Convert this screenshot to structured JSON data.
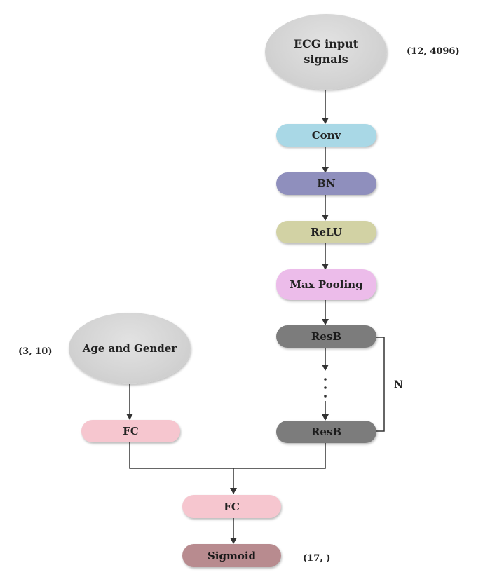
{
  "diagram": {
    "inputs": {
      "ecg": {
        "label_line1": "ECG input",
        "label_line2": "signals",
        "shape_label": "(12, 4096)"
      },
      "demographics": {
        "label": "Age and Gender",
        "shape_label": "(3, 10)"
      }
    },
    "blocks": {
      "conv": {
        "label": "Conv",
        "color": "#a9d8e6"
      },
      "bn": {
        "label": "BN",
        "color": "#8f8fbd"
      },
      "relu": {
        "label": "ReLU",
        "color": "#d2d2a4"
      },
      "max_pooling": {
        "label": "Max Pooling",
        "color": "#ecbcea"
      },
      "resb_first": {
        "label": "ResB",
        "color": "#7c7c7c"
      },
      "resb_last": {
        "label": "ResB",
        "color": "#7c7c7c"
      },
      "fc_demographics": {
        "label": "FC",
        "color": "#f6c6cf"
      },
      "fc_merge": {
        "label": "FC",
        "color": "#f6c6cf"
      },
      "sigmoid": {
        "label": "Sigmoid",
        "color": "#b88b8f"
      }
    },
    "repeat_label": "N",
    "output_shape_label": "(17, )"
  }
}
